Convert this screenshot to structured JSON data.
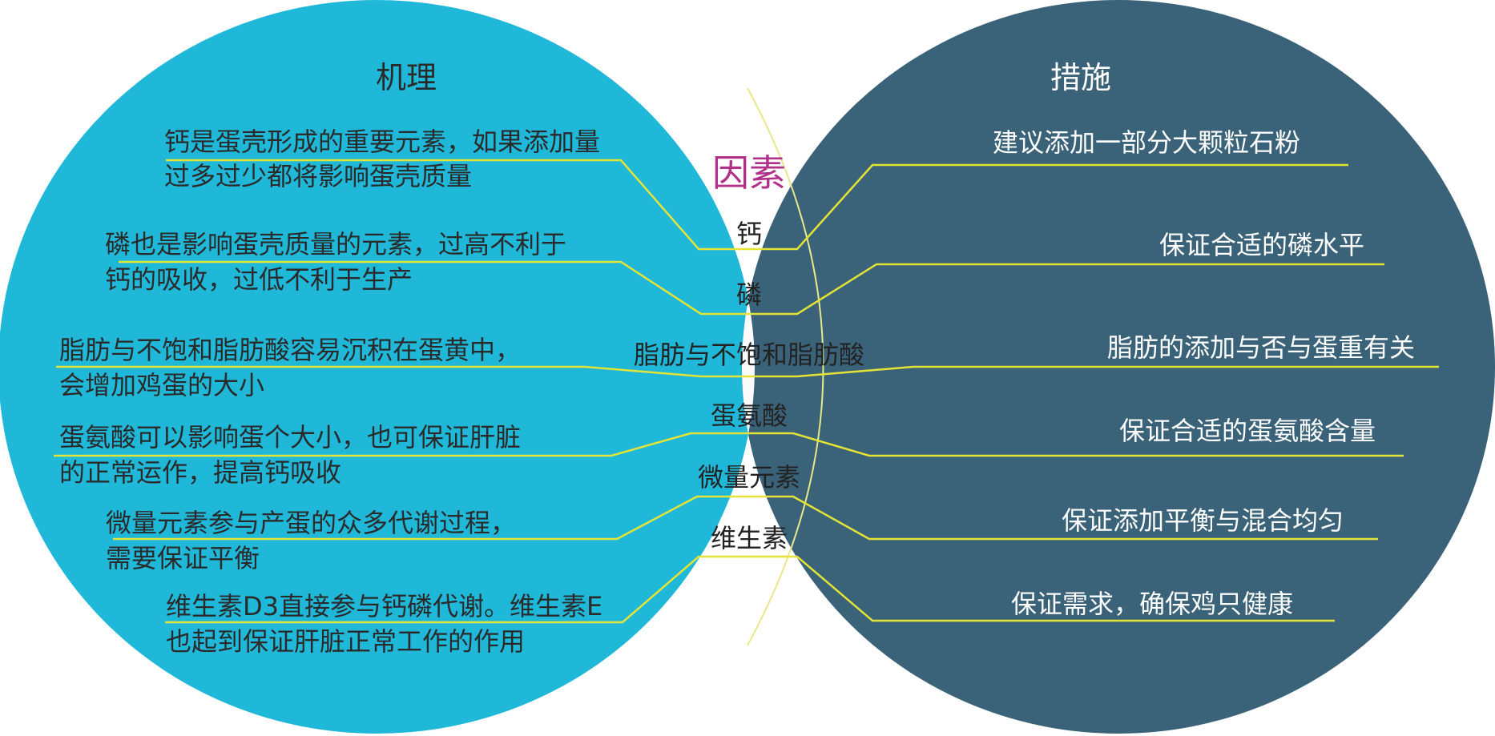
{
  "colors": {
    "left_circle": "#20b8d8",
    "right_circle": "#3a6278",
    "overlap": "#fafafa",
    "connector": "#e4e437",
    "factor_title": "#b0308a",
    "left_text": "#2a2a2a",
    "right_text": "#ffffff",
    "heading_left": "#2a2a2a",
    "heading_right": "#ffffff"
  },
  "headings": {
    "left": "机理",
    "center": "因素",
    "right": "措施"
  },
  "rows": [
    {
      "factor": "钙",
      "mechanism": [
        "钙是蛋壳形成的重要元素，如果添加量",
        "过多过少都将影响蛋壳质量"
      ],
      "measure": "建议添加一部分大颗粒石粉"
    },
    {
      "factor": "磷",
      "mechanism": [
        "磷也是影响蛋壳质量的元素，过高不利于",
        "钙的吸收，过低不利于生产"
      ],
      "measure": "保证合适的磷水平"
    },
    {
      "factor": "脂肪与不饱和脂肪酸",
      "mechanism": [
        "脂肪与不饱和脂肪酸容易沉积在蛋黄中，",
        "会增加鸡蛋的大小"
      ],
      "measure": "脂肪的添加与否与蛋重有关"
    },
    {
      "factor": "蛋氨酸",
      "mechanism": [
        "蛋氨酸可以影响蛋个大小，也可保证肝脏",
        "的正常运作，提高钙吸收"
      ],
      "measure": "保证合适的蛋氨酸含量"
    },
    {
      "factor": "微量元素",
      "mechanism": [
        "微量元素参与产蛋的众多代谢过程，",
        "需要保证平衡"
      ],
      "measure": "保证添加平衡与混合均匀"
    },
    {
      "factor": "维生素",
      "mechanism": [
        "维生素D3直接参与钙磷代谢。维生素E",
        "也起到保证肝脏正常工作的作用"
      ],
      "measure": "保证需求，确保鸡只健康"
    }
  ]
}
